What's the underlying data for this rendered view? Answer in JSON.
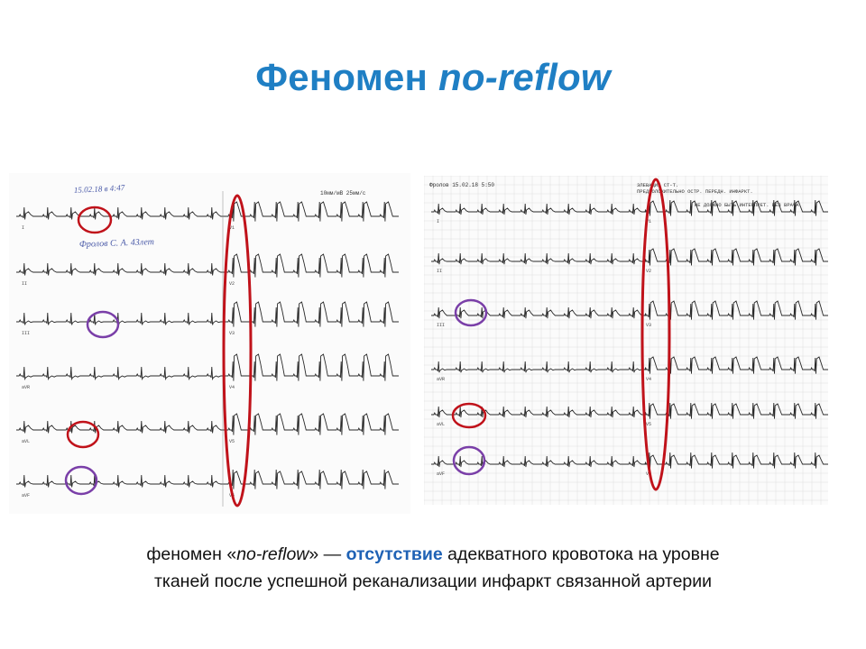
{
  "slide": {
    "title_plain": "Феномен ",
    "title_italic": "no-reflow"
  },
  "ecg_left": {
    "date_note": "15.02.18 в 4:47",
    "patient_note": "Фролов С. А. 43лет",
    "header_note": "10мм/мВ 25мм/с",
    "lead_labels_limb": [
      "I",
      "II",
      "III",
      "aVR",
      "aVL",
      "aVF"
    ],
    "lead_labels_chest": [
      "V1",
      "V2",
      "V3",
      "V4",
      "V5",
      "V6"
    ]
  },
  "ecg_right": {
    "date_note": "Фролов 15.02.18 5:50",
    "header_line1": "ЭЛЕВАЦИЯ СТ-Т.",
    "header_line2": "ПРЕДПОЛОЖИТЕЛЬНО ОСТР. ПЕРЕДН. ИНФАРКТ.",
    "header_line3": "НЕ ДОЛЖНО БЫТЬ ИНТЕРПРЕТ. БЕЗ ВРАЧА",
    "lead_labels_limb": [
      "I",
      "II",
      "III",
      "aVR",
      "aVL",
      "aVF"
    ],
    "lead_labels_chest": [
      "V1",
      "V2",
      "V3",
      "V4",
      "V5",
      "V6"
    ]
  },
  "annotations": {
    "red_color": "#c0121a",
    "purple_color": "#7a3fa8"
  },
  "caption": {
    "part1": "феномен «",
    "italic": "no-reflow",
    "part2": "» — ",
    "highlight": "отсутствие",
    "part3": " адекватного кровотока на уровне",
    "line2": "тканей после успешной реканализации инфаркт связанной артерии"
  }
}
